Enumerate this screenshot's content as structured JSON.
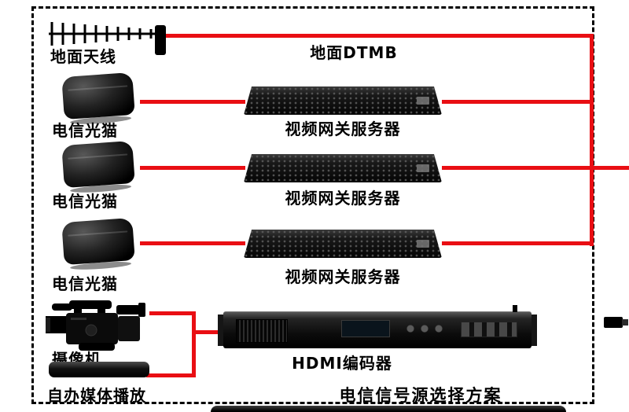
{
  "diagram": {
    "title": "电信信号源选择方案",
    "antenna": {
      "label": "地面天线"
    },
    "dtmb": {
      "label": "地面DTMB"
    },
    "rows": [
      {
        "source_label": "电信光猫",
        "server_label": "视频网关服务器"
      },
      {
        "source_label": "电信光猫",
        "server_label": "视频网关服务器"
      },
      {
        "source_label": "电信光猫",
        "server_label": "视频网关服务器"
      }
    ],
    "camera": {
      "label": "摄像机"
    },
    "encoder": {
      "label": "HDMI编码器"
    },
    "media_player": {
      "label": "自办媒体播放"
    },
    "colors": {
      "connection_line": "#e90e13",
      "device": "#0a0a0a",
      "border": "#000000",
      "background": "#ffffff"
    }
  }
}
